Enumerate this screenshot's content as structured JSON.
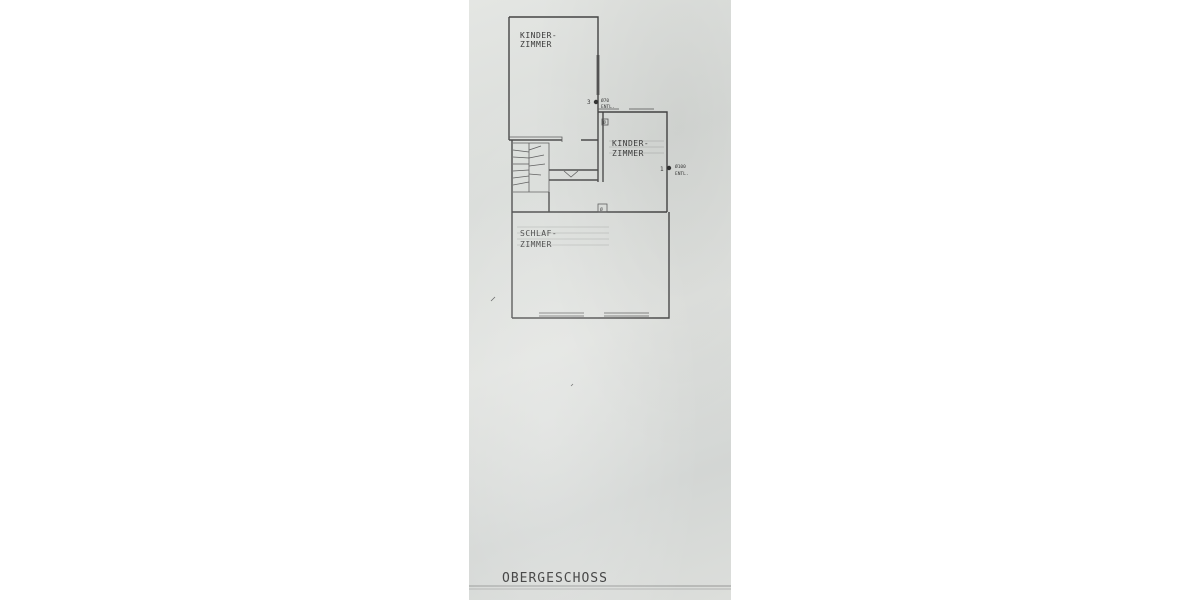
{
  "plan": {
    "title": "OBERGESCHOSS",
    "rooms": {
      "kinderzimmer_top": [
        "KINDER-",
        "ZIMMER"
      ],
      "kinderzimmer_right": [
        "KINDER-",
        "ZIMMER"
      ],
      "schlafzimmer": [
        "SCHLAF-",
        "ZIMMER"
      ]
    },
    "markers": {
      "top": {
        "number": "3",
        "diameter": "Ø70",
        "note": "ENTL."
      },
      "right": {
        "number": "1",
        "diameter": "Ø100",
        "note": "ENTL."
      }
    },
    "symbols": {
      "flue_1": "Ø",
      "flue_2": "Ø",
      "flue_3": "Ø"
    }
  }
}
